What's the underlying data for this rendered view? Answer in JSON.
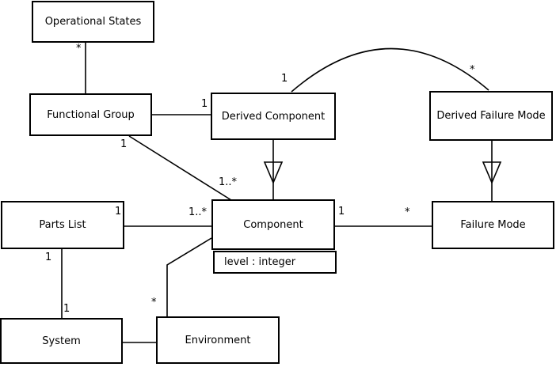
{
  "diagram": {
    "kind": "uml-class-diagram",
    "background_color": "#ffffff",
    "line_color": "#000000"
  },
  "classes": {
    "operational_states": {
      "name": "Operational States"
    },
    "functional_group": {
      "name": "Functional Group"
    },
    "derived_component": {
      "name": "Derived Component"
    },
    "derived_failure_mode": {
      "name": "Derived Failure Mode"
    },
    "parts_list": {
      "name": "Parts List"
    },
    "component": {
      "name": "Component",
      "attribute": "level : integer"
    },
    "failure_mode": {
      "name": "Failure Mode"
    },
    "system": {
      "name": "System"
    },
    "environment": {
      "name": "Environment"
    }
  },
  "labels": [
    {
      "id": "mult-operational-states-end",
      "text": "*"
    },
    {
      "id": "mult-derived-component-left-end",
      "text": "1"
    },
    {
      "id": "mult-functional-group-diagonal-end",
      "text": "1"
    },
    {
      "id": "mult-component-diagonal-end",
      "text": "1..*"
    },
    {
      "id": "mult-arc-derived-component-end",
      "text": "1"
    },
    {
      "id": "mult-arc-derived-failure-mode-end",
      "text": "*"
    },
    {
      "id": "mult-parts-list-end",
      "text": "1"
    },
    {
      "id": "mult-component-left-end",
      "text": "1..*"
    },
    {
      "id": "mult-component-right-end",
      "text": "1"
    },
    {
      "id": "mult-failure-mode-end",
      "text": "*"
    },
    {
      "id": "mult-parts-list-bottom-end",
      "text": "1"
    },
    {
      "id": "mult-system-top-end",
      "text": "1"
    },
    {
      "id": "mult-environment-top-end",
      "text": "*"
    }
  ],
  "relationships": [
    {
      "type": "association",
      "ends": [
        {
          "class": "Operational States",
          "multiplicity": "*"
        },
        {
          "class": "Functional Group",
          "multiplicity": ""
        }
      ]
    },
    {
      "type": "association",
      "ends": [
        {
          "class": "Functional Group",
          "multiplicity": ""
        },
        {
          "class": "Derived Component",
          "multiplicity": "1"
        }
      ]
    },
    {
      "type": "association",
      "ends": [
        {
          "class": "Functional Group",
          "multiplicity": "1"
        },
        {
          "class": "Component",
          "multiplicity": "1..*"
        }
      ]
    },
    {
      "type": "association",
      "ends": [
        {
          "class": "Derived Component",
          "multiplicity": "1"
        },
        {
          "class": "Derived Failure Mode",
          "multiplicity": "*"
        }
      ]
    },
    {
      "type": "generalization",
      "ends": [
        {
          "class": "Derived Component",
          "multiplicity": ""
        },
        {
          "class": "Component",
          "multiplicity": ""
        }
      ]
    },
    {
      "type": "generalization",
      "ends": [
        {
          "class": "Derived Failure Mode",
          "multiplicity": ""
        },
        {
          "class": "Failure Mode",
          "multiplicity": ""
        }
      ]
    },
    {
      "type": "association",
      "ends": [
        {
          "class": "Parts List",
          "multiplicity": "1"
        },
        {
          "class": "Component",
          "multiplicity": "1..*"
        }
      ]
    },
    {
      "type": "association",
      "ends": [
        {
          "class": "Component",
          "multiplicity": "1"
        },
        {
          "class": "Failure Mode",
          "multiplicity": "*"
        }
      ]
    },
    {
      "type": "association",
      "ends": [
        {
          "class": "Parts List",
          "multiplicity": "1"
        },
        {
          "class": "System",
          "multiplicity": "1"
        }
      ]
    },
    {
      "type": "association",
      "ends": [
        {
          "class": "Environment",
          "multiplicity": "*"
        },
        {
          "class": "Component",
          "multiplicity": ""
        }
      ]
    },
    {
      "type": "association",
      "ends": [
        {
          "class": "System",
          "multiplicity": ""
        },
        {
          "class": "Environment",
          "multiplicity": ""
        }
      ]
    }
  ]
}
